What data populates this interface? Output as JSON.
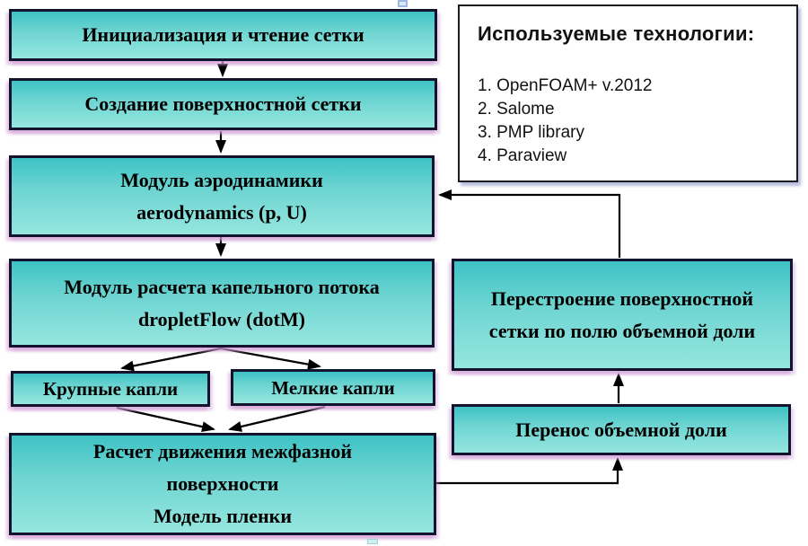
{
  "colors": {
    "node_fill_top": "#3ec2c5",
    "node_fill_bottom": "#96e6df",
    "node_border": "#13132e",
    "node_shadow_pink": "#d098d0",
    "arrow": "#000000",
    "tech_panel_bg": "#ffffff",
    "tech_panel_border": "#1c1c1c",
    "tech_panel_shadow_blue": "#7d87c3"
  },
  "flowchart": {
    "init_box": {
      "label": "Инициализация и чтение сетки"
    },
    "surface_mesh_box": {
      "label": "Создание поверхностной сетки"
    },
    "aero_box": {
      "lines": [
        "Модуль аэродинамики",
        "aerodynamics (p, U)"
      ]
    },
    "droplet_box": {
      "lines": [
        "Модуль расчета капельного потока",
        "dropletFlow (dotM)"
      ]
    },
    "large_drops_box": {
      "label": "Крупные капли"
    },
    "small_drops_box": {
      "label": "Мелкие капли"
    },
    "interface_box": {
      "lines": [
        "Расчет движения межфазной",
        "поверхности",
        "Модель пленки"
      ]
    },
    "rebuild_box": {
      "lines": [
        "Перестроение поверхностной",
        "сетки по полю объемной доли"
      ]
    },
    "transfer_box": {
      "label": "Перенос объемной доли"
    }
  },
  "tech_panel": {
    "title": "Используемые технологии:",
    "items": [
      "1. OpenFOAM+ v.2012",
      "2. Salome",
      "3. PMP library",
      "4. Paraview"
    ]
  }
}
